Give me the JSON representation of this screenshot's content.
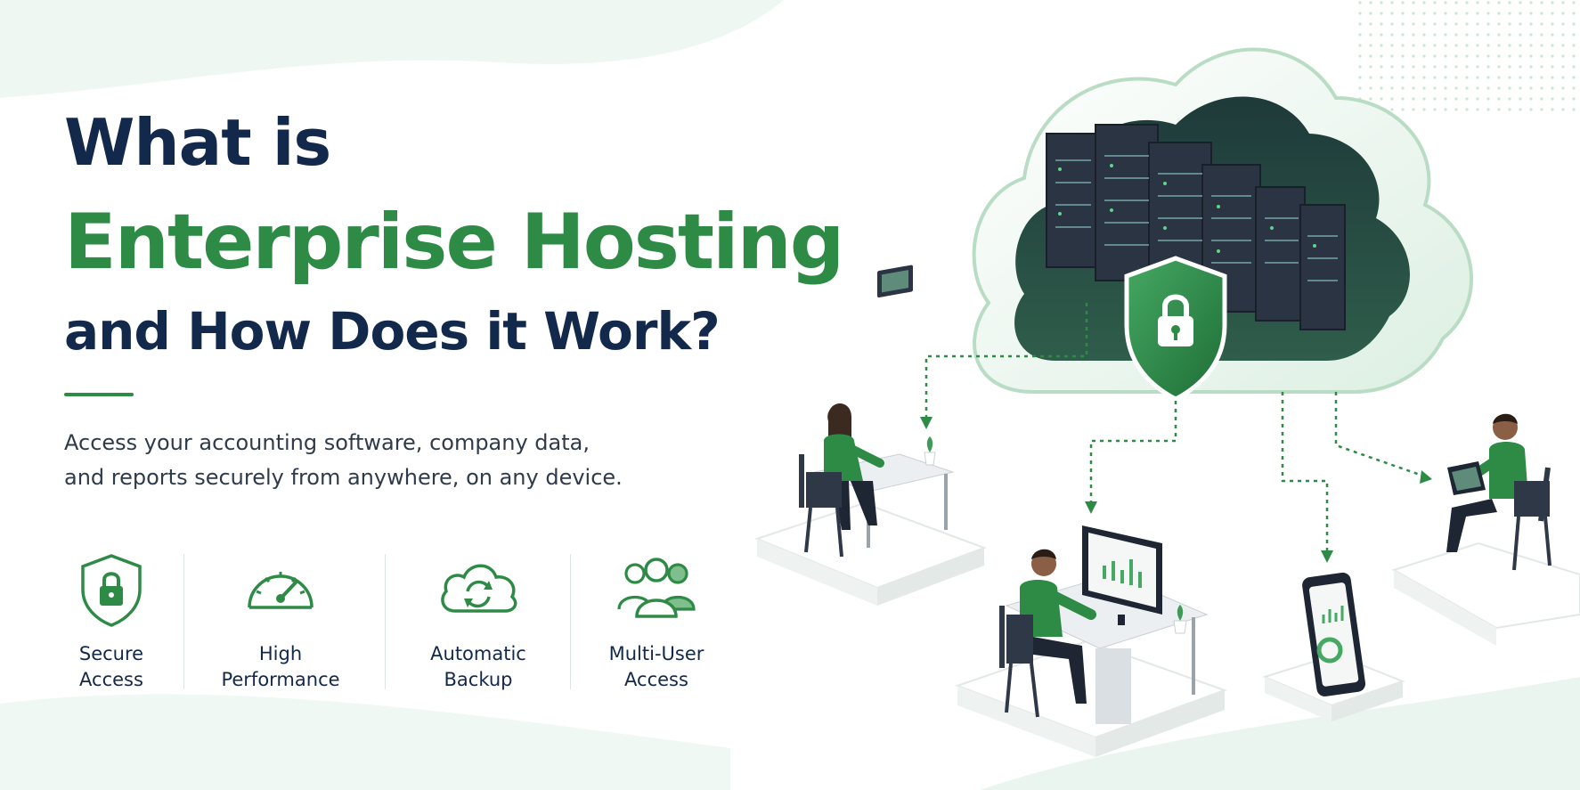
{
  "hero": {
    "title_line1": "What is",
    "title_line2": "Enterprise Hosting",
    "title_line3": "and How Does it Work?",
    "description_line1": "Access your accounting software, company data,",
    "description_line2": "and reports securely from anywhere, on any device."
  },
  "features": [
    {
      "icon": "shield-lock-icon",
      "label_line1": "Secure",
      "label_line2": "Access"
    },
    {
      "icon": "speedometer-icon",
      "label_line1": "High",
      "label_line2": "Performance"
    },
    {
      "icon": "cloud-sync-icon",
      "label_line1": "Automatic",
      "label_line2": "Backup"
    },
    {
      "icon": "users-group-icon",
      "label_line1": "Multi-User",
      "label_line2": "Access"
    }
  ],
  "colors": {
    "navy": "#13294b",
    "green": "#2e8b46",
    "light_green": "#e6f3ea",
    "server_dark": "#2b3442"
  }
}
